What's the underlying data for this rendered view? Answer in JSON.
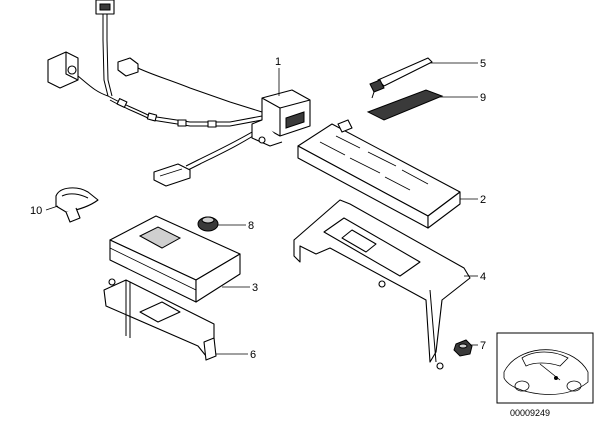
{
  "callouts": {
    "c1": "1",
    "c2": "2",
    "c3": "3",
    "c4": "4",
    "c5": "5",
    "c6": "6",
    "c7": "7",
    "c8": "8",
    "c9": "9",
    "c10": "10"
  },
  "document_number": "00009249"
}
